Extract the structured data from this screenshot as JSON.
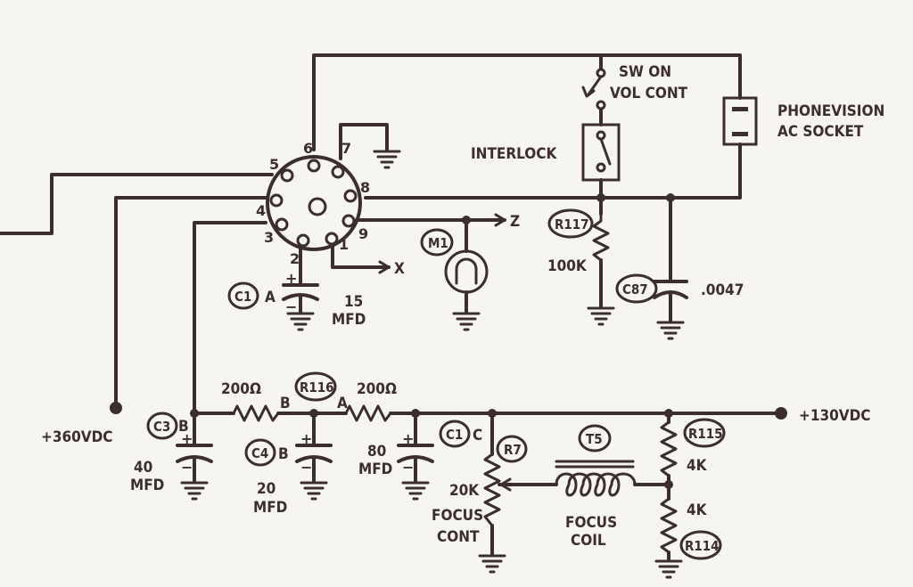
{
  "socket": {
    "pins": [
      "1",
      "2",
      "3",
      "4",
      "5",
      "6",
      "7",
      "8",
      "9"
    ]
  },
  "labels": {
    "sw_on": "SW ON",
    "vol_cont": "VOL CONT",
    "interlock": "INTERLOCK",
    "phonevision": "PHONEVISION",
    "ac_socket": "AC SOCKET",
    "z": "Z",
    "x": "X",
    "v360": "+360VDC",
    "v130": "+130VDC",
    "focus": "FOCUS",
    "cont": "CONT",
    "coil": "COIL"
  },
  "components": {
    "r117": {
      "ref": "R117",
      "value": "100K"
    },
    "c87": {
      "ref": "C87",
      "value": ".0047"
    },
    "m1": {
      "ref": "M1"
    },
    "c1a": {
      "ref": "C1",
      "section": "A",
      "value": "15",
      "unit": "MFD"
    },
    "c3b": {
      "ref": "C3",
      "section": "B",
      "value": "40",
      "unit": "MFD"
    },
    "c4b": {
      "ref": "C4",
      "section": "B",
      "value": "20",
      "unit": "MFD"
    },
    "c1c": {
      "ref": "C1",
      "section": "C",
      "value": "80",
      "unit": "MFD"
    },
    "r116": {
      "ref": "R116",
      "section_b": "B",
      "section_a": "A",
      "value_b": "200",
      "value_a": "200",
      "ohm": "Ω"
    },
    "r7": {
      "ref": "R7",
      "value": "20K"
    },
    "t5": {
      "ref": "T5"
    },
    "r115": {
      "ref": "R115",
      "value": "4K"
    },
    "r114": {
      "ref": "R114",
      "value": "4K"
    }
  }
}
